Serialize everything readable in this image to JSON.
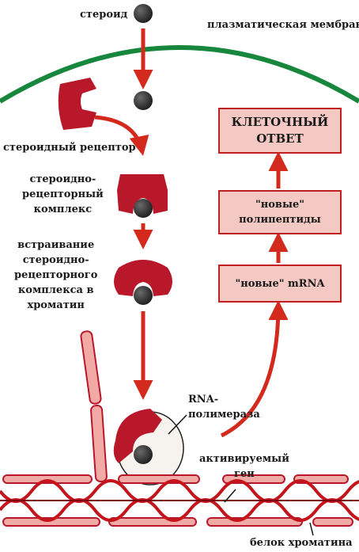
{
  "labels": {
    "steroid": "стероид",
    "membrane": "плазматическая мембрана",
    "steroid_receptor": "стероидный рецептор",
    "complex": "стероидно-\nрецепторный\nкомплекс",
    "insertion": "встраивание\nстероидно-\nрецепторного\nкомплекса в\nхроматин",
    "rna_polymerase": "RNA-\nполимераза",
    "activated_gene": "активируемый\nген",
    "chromatin_protein": "белок хроматина"
  },
  "boxes": {
    "cell_response": "КЛЕТОЧНЫЙ\nОТВЕТ",
    "new_polypeptides": "\"новые\"\nполипептиды",
    "new_mrna": "\"новые\" mRNA"
  },
  "colors": {
    "arrow": "#d42a1e",
    "receptor": "#b8182a",
    "membrane": "#16873c",
    "box_fill": "#f4c9c3",
    "box_border": "#c0201f",
    "dna": "#c4141c",
    "chromatin_fill": "#f2aaa6"
  }
}
